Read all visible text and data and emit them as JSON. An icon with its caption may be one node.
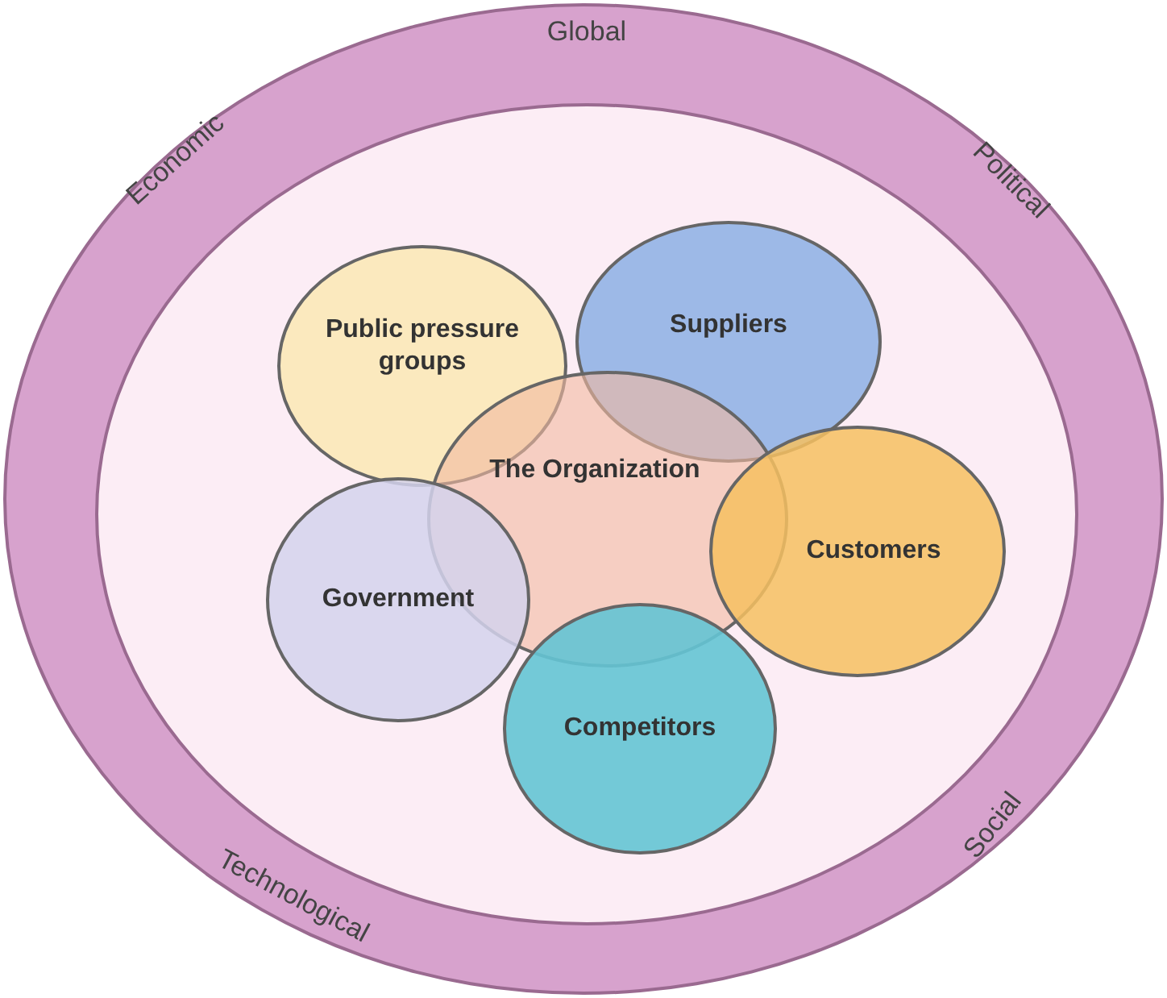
{
  "diagram": {
    "nodes": [
      {
        "text": [
          "Global",
          "Political",
          "Social",
          "Technological",
          "Economic"
        ]
      },
      {
        "text": [
          "Public pressure groups"
        ],
        "in": 0
      },
      {
        "text": [
          "Suppliers"
        ],
        "in": 0
      },
      {
        "text": [
          "The Organization"
        ],
        "in": 0
      },
      {
        "text": [
          "Customers"
        ],
        "in": 0
      },
      {
        "text": [
          "Government"
        ],
        "in": 0
      },
      {
        "text": [
          "Competitors"
        ],
        "in": 0
      }
    ]
  }
}
